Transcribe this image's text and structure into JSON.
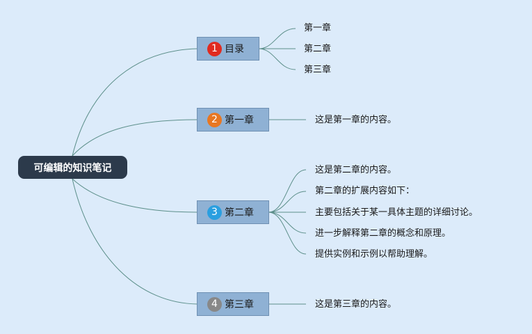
{
  "root": {
    "label": "可编辑的知识笔记"
  },
  "branches": [
    {
      "number": "1",
      "label": "目录",
      "badge_color": "#e02b20",
      "children": [
        "第一章",
        "第二章",
        "第三章"
      ]
    },
    {
      "number": "2",
      "label": "第一章",
      "badge_color": "#e87722",
      "children": [
        "这是第一章的内容。"
      ]
    },
    {
      "number": "3",
      "label": "第二章",
      "badge_color": "#2a9fe0",
      "children": [
        "这是第二章的内容。",
        "第二章的扩展内容如下：",
        "主要包括关于某一具体主题的详细讨论。",
        "进一步解释第二章的概念和原理。",
        "提供实例和示例以帮助理解。"
      ]
    },
    {
      "number": "4",
      "label": "第三章",
      "badge_color": "#888888",
      "children": [
        "这是第三章的内容。"
      ]
    }
  ]
}
